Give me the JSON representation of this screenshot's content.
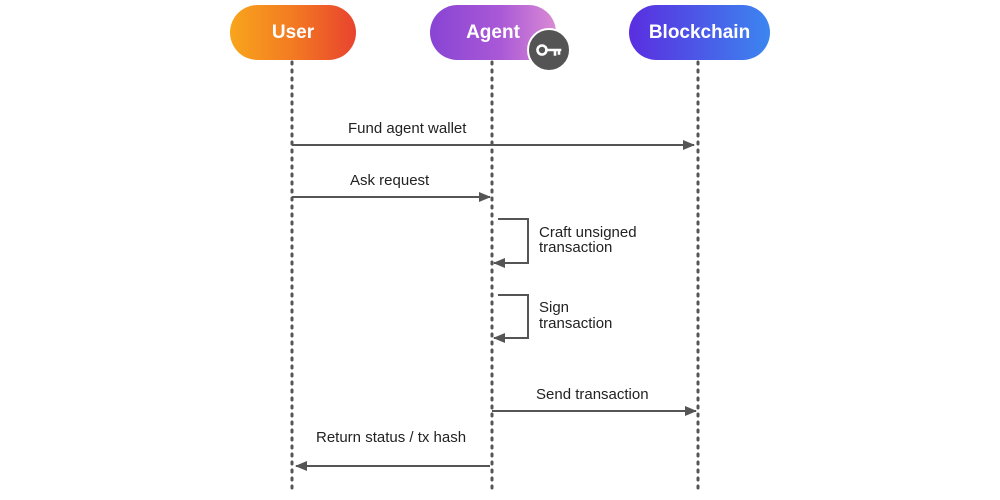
{
  "actors": {
    "user": "User",
    "agent": "Agent",
    "blockchain": "Blockchain"
  },
  "messages": {
    "fund": "Fund agent wallet",
    "ask": "Ask request",
    "craft_line1": "Craft unsigned",
    "craft_line2": "transaction",
    "sign_line1": "Sign",
    "sign_line2": "transaction",
    "send": "Send transaction",
    "return": "Return status / tx hash"
  },
  "icons": {
    "agent_badge": "key-icon"
  },
  "colors": {
    "arrow": "#555555",
    "lifeline": "#555555",
    "key_badge_bg": "#545454"
  }
}
